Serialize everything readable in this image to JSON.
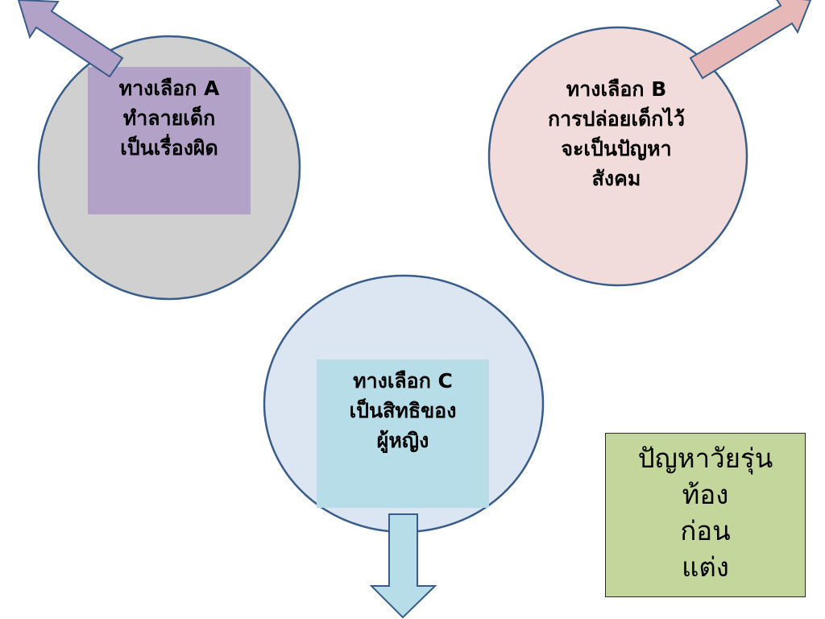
{
  "colors": {
    "circle_a_fill": "#d0d0d0",
    "circle_b_fill": "#f2dcdb",
    "circle_c_fill": "#dce6f2",
    "circle_stroke": "#385d8a",
    "box_a_fill": "#b3a2c7",
    "box_c_fill": "#b7dee8",
    "note_fill": "#c3d69b",
    "arrow_a_fill": "#b3a2c7",
    "arrow_b_fill": "#e6b9b8",
    "arrow_c_fill": "#b7dee8",
    "arrow_stroke": "#385d8a"
  },
  "options": {
    "a": {
      "lines": [
        "ทางเลือก A",
        "ทำลายเด็ก",
        "เป็นเรื่องผิด"
      ]
    },
    "b": {
      "lines": [
        "ทางเลือก B",
        "การปล่อยเด็กไว้",
        "จะเป็นปัญหา",
        "สังคม"
      ]
    },
    "c": {
      "lines": [
        "ทางเลือก C",
        "เป็นสิทธิของ",
        "ผู้หญิง"
      ]
    }
  },
  "note": {
    "lines": [
      "ปัญหาวัยรุ่น",
      "ท้อง",
      "ก่อน",
      "แต่ง"
    ]
  }
}
